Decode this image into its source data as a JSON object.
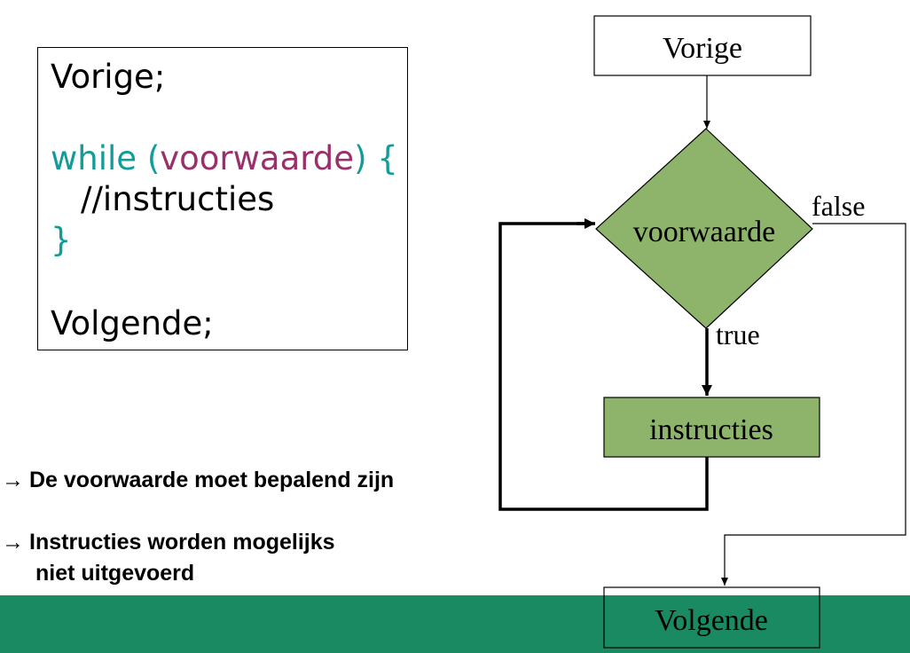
{
  "code": {
    "line1": "Vorige;",
    "while_keyword": "while",
    "open_paren": "(",
    "condition": "voorwaarde",
    "close_brace_open": ") {",
    "body_line": "//instructies",
    "closing_brace": "}",
    "last_line": "Volgende;"
  },
  "notes": [
    {
      "arrow": "→",
      "text": "De voorwaarde moet bepalend zijn"
    },
    {
      "arrow": "→",
      "text": "Instructies worden mogelijks",
      "text2": "niet uitgevoerd"
    }
  ],
  "flowchart": {
    "start_label": "Vorige",
    "decision_label": "voorwaarde",
    "true_label": "true",
    "false_label": "false",
    "process_label": "instructies",
    "end_label": "Volgende"
  },
  "colors": {
    "decision_fill": "#8db46a",
    "process_fill": "#8db46a",
    "footer_bar": "#1a8a63",
    "keyword": "#119c9a",
    "condition": "#9a2f6a"
  }
}
